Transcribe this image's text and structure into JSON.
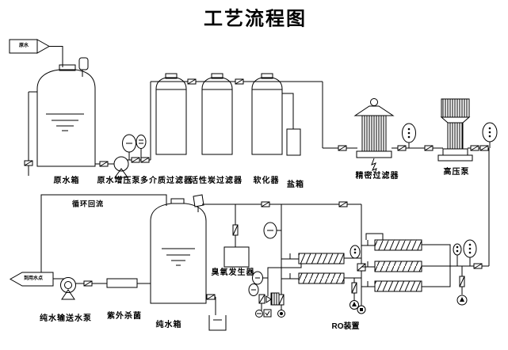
{
  "title": "工艺流程图",
  "equipment_labels": {
    "raw_water_inlet": "原水",
    "raw_water_tank": "原水箱",
    "raw_water_booster_pump": "原水增压泵",
    "multimedia_filter": "多介质过滤器",
    "activated_carbon_filter": "活性炭过滤器",
    "softener": "软化器",
    "salt_tank": "盐箱",
    "precision_filter": "精密过滤器",
    "high_pressure_pump": "高压泵",
    "circulation_return": "循环回流",
    "water_outlet": "到用水点",
    "pure_water_transfer_pump": "纯水输送水泵",
    "uv_sterilizer": "紫外杀菌",
    "pure_water_tank": "纯水箱",
    "ozone_generator": "臭氧发生器",
    "ro_unit": "RO装置"
  },
  "colors": {
    "line": "#000000",
    "background": "#ffffff"
  }
}
